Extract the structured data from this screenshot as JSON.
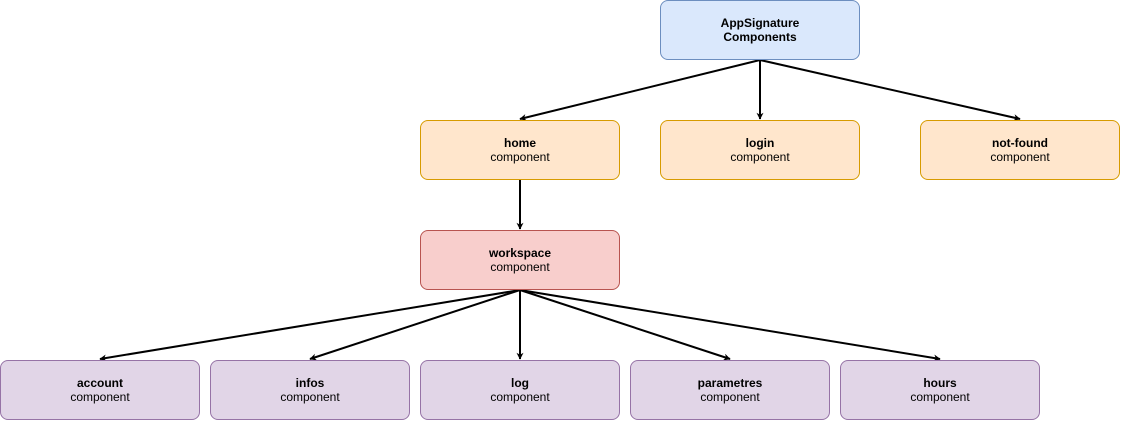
{
  "nodes": {
    "root": {
      "title": "AppSignature",
      "subtitle": "Components"
    },
    "home": {
      "title": "home",
      "subtitle": "component"
    },
    "login": {
      "title": "login",
      "subtitle": "component"
    },
    "notfound": {
      "title": "not-found",
      "subtitle": "component"
    },
    "workspace": {
      "title": "workspace",
      "subtitle": "component"
    },
    "account": {
      "title": "account",
      "subtitle": "component"
    },
    "infos": {
      "title": "infos",
      "subtitle": "component"
    },
    "log": {
      "title": "log",
      "subtitle": "component"
    },
    "parametres": {
      "title": "parametres",
      "subtitle": "component"
    },
    "hours": {
      "title": "hours",
      "subtitle": "component"
    }
  },
  "edges": [
    {
      "from": "root",
      "to": "home"
    },
    {
      "from": "root",
      "to": "login"
    },
    {
      "from": "root",
      "to": "notfound"
    },
    {
      "from": "home",
      "to": "workspace"
    },
    {
      "from": "workspace",
      "to": "account"
    },
    {
      "from": "workspace",
      "to": "infos"
    },
    {
      "from": "workspace",
      "to": "log"
    },
    {
      "from": "workspace",
      "to": "parametres"
    },
    {
      "from": "workspace",
      "to": "hours"
    }
  ],
  "colors": {
    "root_fill": "#dae8fc",
    "root_stroke": "#6c8ebf",
    "primary_fill": "#ffe6cc",
    "primary_stroke": "#d79b00",
    "workspace_fill": "#f8cecc",
    "workspace_stroke": "#b85450",
    "child_fill": "#e1d5e7",
    "child_stroke": "#9673a6",
    "edge": "#000000"
  }
}
